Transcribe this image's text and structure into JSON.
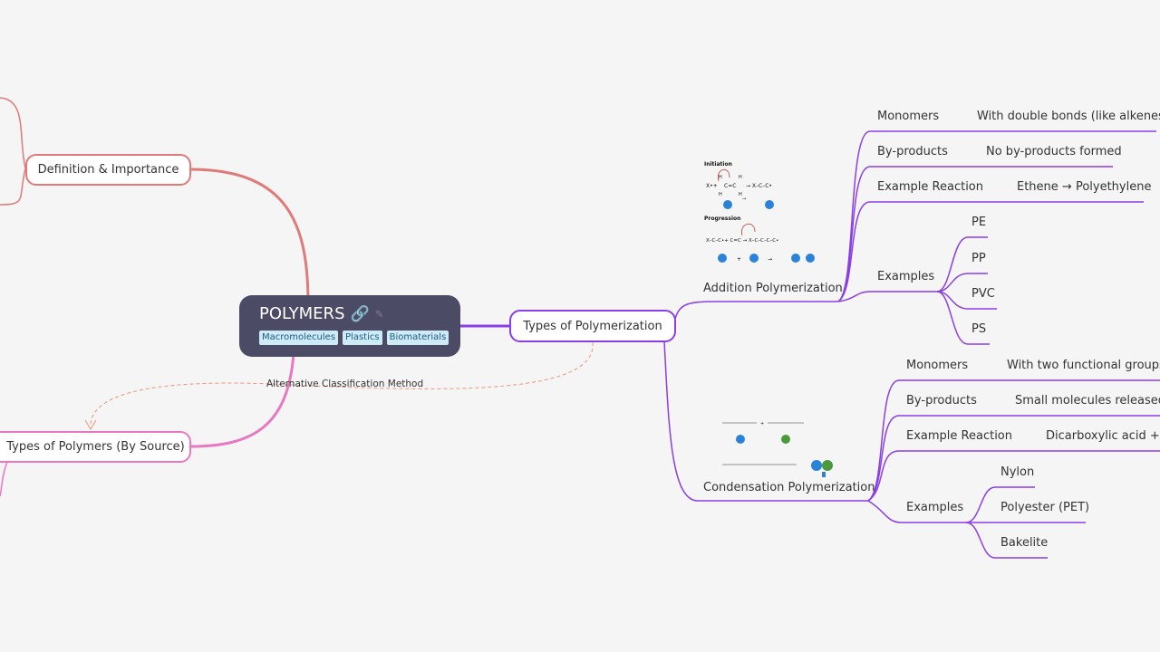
{
  "colors": {
    "background": "#f5f5f5",
    "root": "#4b4b66",
    "red_branch": "#e07a7a",
    "pink_branch": "#e879c0",
    "purple_branch": "#8a3fe6"
  },
  "root": {
    "title": "POLYMERS",
    "link_icon": "link-icon",
    "tags": [
      "Macromolecules",
      "Plastics",
      "Biomaterials"
    ]
  },
  "branches": {
    "definition": "Definition & Importance",
    "source": "Types of Polymers (By Source)",
    "polymerization": "Types of Polymerization"
  },
  "relationship_label": "Alternative Classification Method",
  "addition": {
    "title": "Addition Polymerization",
    "image_caption_1": "Initiation",
    "image_caption_2": "Progression",
    "monomers": {
      "label": "Monomers",
      "value": "With double bonds (like alkenes)"
    },
    "byproducts": {
      "label": "By-products",
      "value": "No by-products formed"
    },
    "reaction": {
      "label": "Example Reaction",
      "value": "Ethene → Polyethylene"
    },
    "examples": {
      "label": "Examples",
      "items": [
        "PE",
        "PP",
        "PVC",
        "PS"
      ]
    }
  },
  "condensation": {
    "title": "Condensation Polymerization",
    "monomers": {
      "label": "Monomers",
      "value": "With two functional groups ("
    },
    "byproducts": {
      "label": "By-products",
      "value": "Small molecules released ("
    },
    "reaction": {
      "label": "Example Reaction",
      "value": "Dicarboxylic acid + Di"
    },
    "examples": {
      "label": "Examples",
      "items": [
        "Nylon",
        "Polyester (PET)",
        "Bakelite"
      ]
    }
  }
}
